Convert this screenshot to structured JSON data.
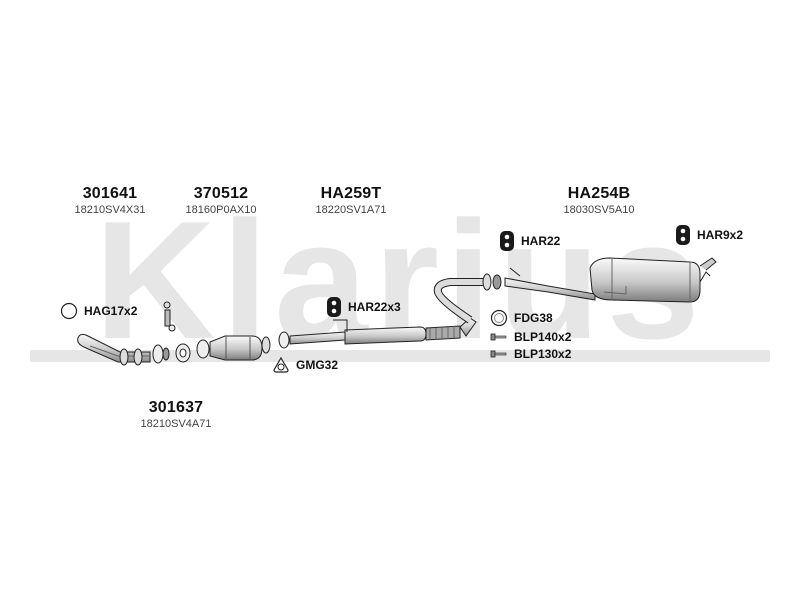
{
  "watermark": {
    "text": "Klarius",
    "color": "#e6e6e6"
  },
  "parts": [
    {
      "id": "front-pipe",
      "part_number": "301641",
      "oem_number": "18210SV4X31"
    },
    {
      "id": "catalytic-converter",
      "part_number": "370512",
      "oem_number": "18160P0AX10"
    },
    {
      "id": "centre-silencer",
      "part_number": "HA259T",
      "oem_number": "18220SV1A71"
    },
    {
      "id": "rear-silencer",
      "part_number": "HA254B",
      "oem_number": "18030SV5A10"
    },
    {
      "id": "down-pipe",
      "part_number": "301637",
      "oem_number": "18210SV4A71"
    }
  ],
  "accessories": [
    {
      "id": "hag17",
      "label": "HAG17x2",
      "icon": "gasket-ring-icon"
    },
    {
      "id": "har22x3",
      "label": "HAR22x3",
      "icon": "rubber-mount-icon"
    },
    {
      "id": "har22",
      "label": "HAR22",
      "icon": "rubber-mount-icon"
    },
    {
      "id": "har9",
      "label": "HAR9x2",
      "icon": "rubber-mount-icon"
    },
    {
      "id": "gmg32",
      "label": "GMG32",
      "icon": "triangle-gasket-icon"
    },
    {
      "id": "fdg38",
      "label": "FDG38",
      "icon": "ring-gasket-icon"
    },
    {
      "id": "blp140",
      "label": "BLP140x2",
      "icon": "bolt-icon"
    },
    {
      "id": "blp130",
      "label": "BLP130x2",
      "icon": "bolt-icon"
    }
  ],
  "colors": {
    "outline": "#222222",
    "shade": "#bdbdbd",
    "highlight": "#f2f2f2",
    "mount": "#1a1a1a"
  }
}
